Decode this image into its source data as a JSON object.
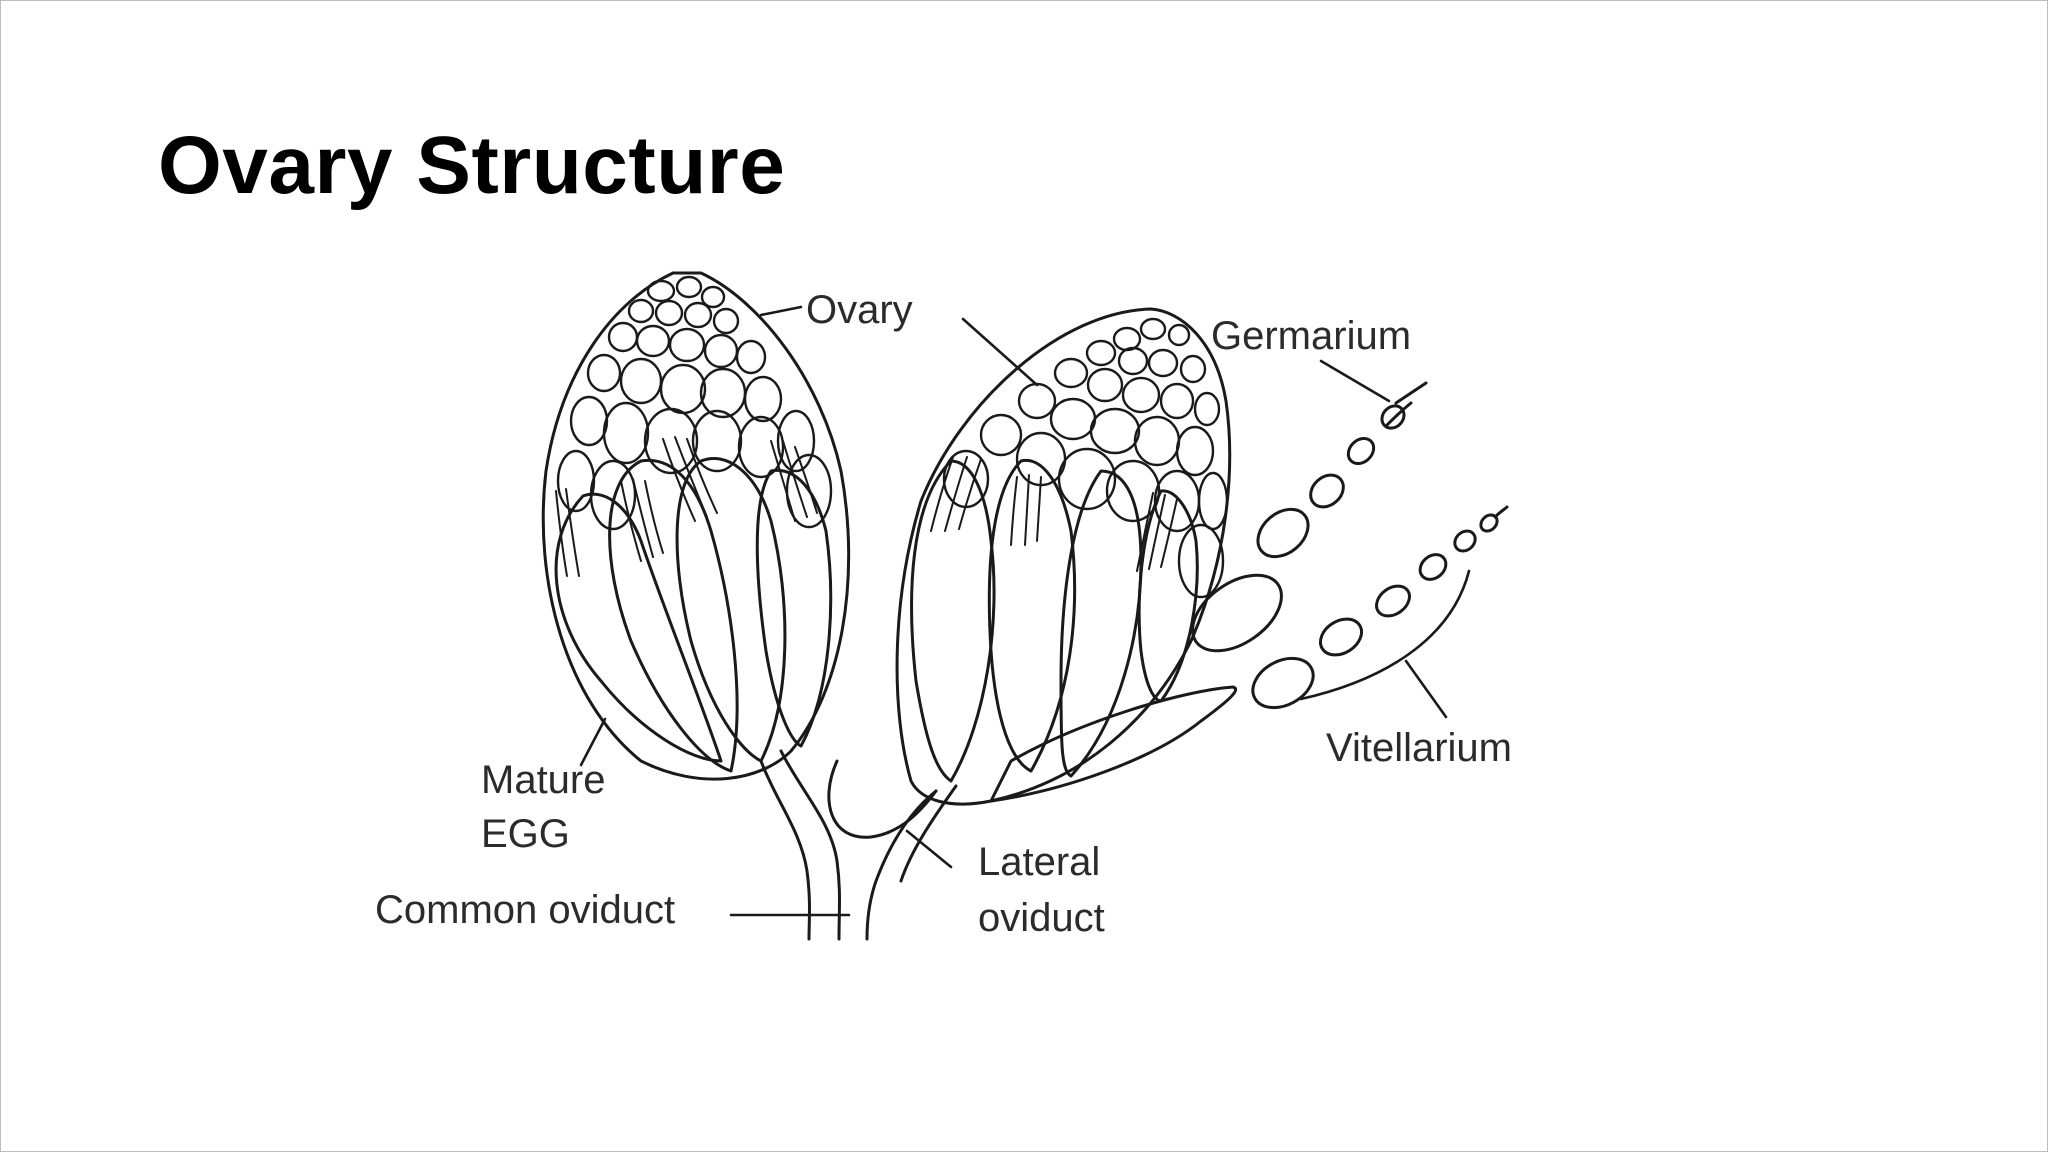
{
  "slide": {
    "title": "Ovary Structure"
  },
  "diagram": {
    "labels": {
      "ovary": "Ovary",
      "germarium": "Germarium",
      "vitellarium": "Vitellarium",
      "mature_1": "Mature",
      "mature_2": "EGG",
      "common_oviduct": "Common oviduct",
      "lateral_1": "Lateral",
      "lateral_2": "oviduct"
    },
    "colors": {
      "ink": "#1a1a1a",
      "background": "#ffffff"
    }
  }
}
